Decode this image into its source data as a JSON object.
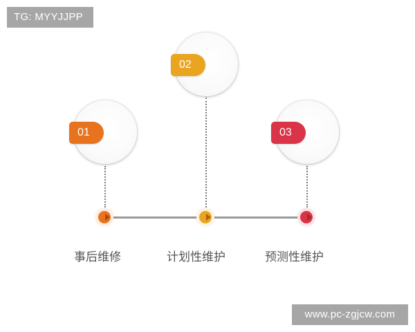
{
  "watermarks": {
    "top_left": "TG: MYYJJPP",
    "bottom_right": "www.pc-zgjcw.com"
  },
  "diagram": {
    "type": "timeline",
    "track_color": "#999999",
    "steps": [
      {
        "number": "01",
        "label": "事后维修",
        "color": "#e8731f"
      },
      {
        "number": "02",
        "label": "计划性维护",
        "color": "#e9a51f"
      },
      {
        "number": "03",
        "label": "预测性维护",
        "color": "#d93447"
      }
    ]
  }
}
